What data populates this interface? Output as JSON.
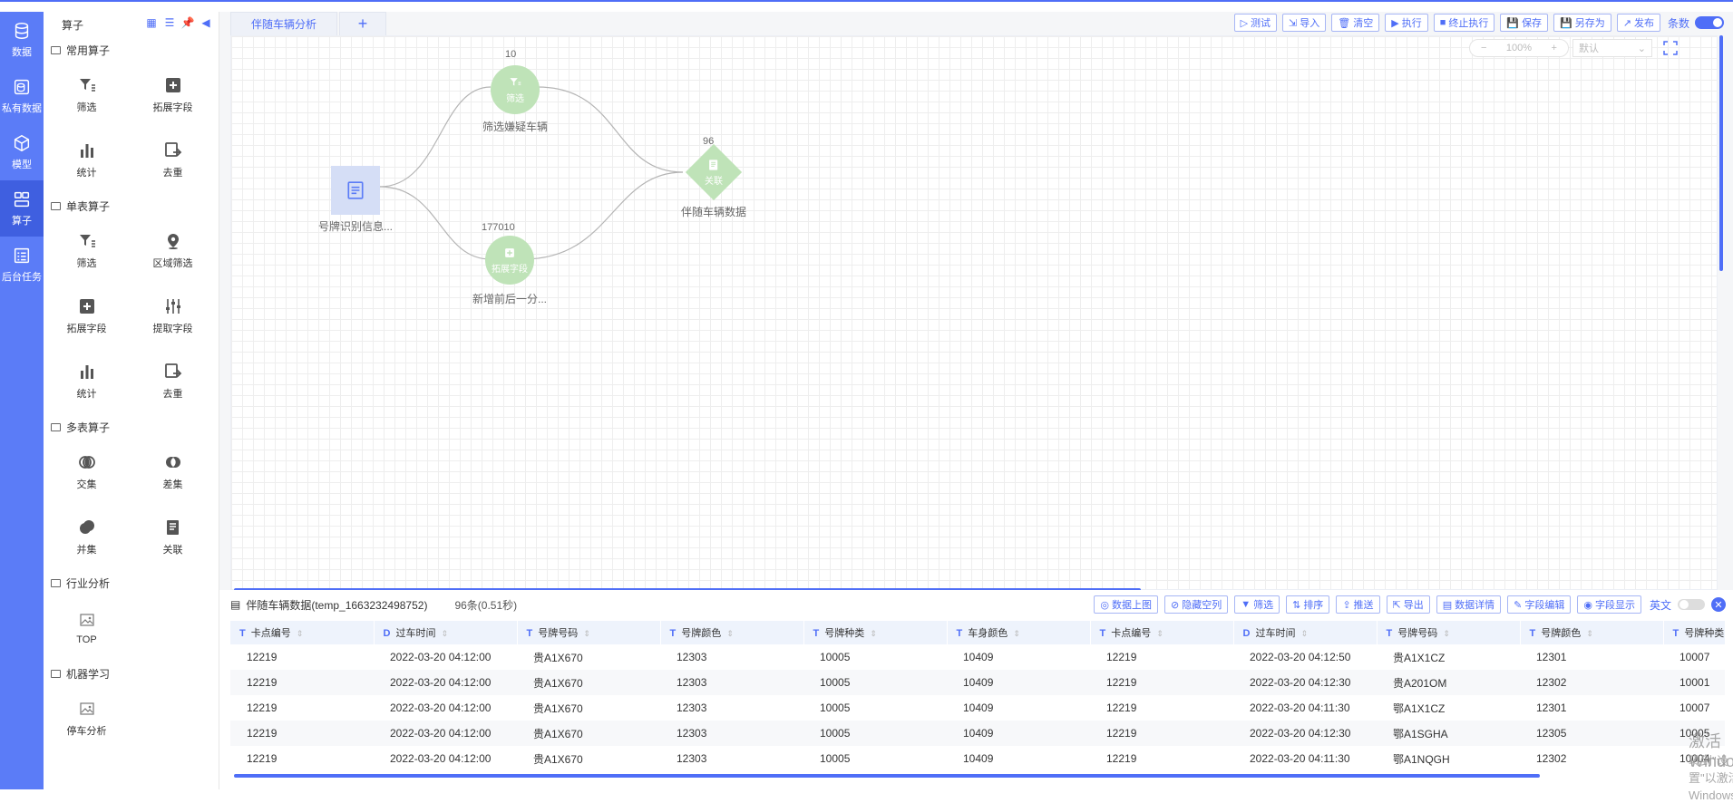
{
  "nav": [
    {
      "label": "数据",
      "icon": "database-icon",
      "active": false
    },
    {
      "label": "私有数据",
      "icon": "private-data-icon",
      "active": false
    },
    {
      "label": "模型",
      "icon": "cube-icon",
      "active": false
    },
    {
      "label": "算子",
      "icon": "operator-icon",
      "active": true
    },
    {
      "label": "后台任务",
      "icon": "task-list-icon",
      "active": false
    }
  ],
  "panel": {
    "title": "算子",
    "groups": {
      "common": {
        "title": "常用算子",
        "items": [
          "筛选",
          "拓展字段",
          "统计",
          "去重"
        ]
      },
      "single": {
        "title": "单表算子",
        "items": [
          "筛选",
          "区域筛选",
          "拓展字段",
          "提取字段",
          "统计",
          "去重"
        ]
      },
      "multi": {
        "title": "多表算子",
        "items": [
          "交集",
          "差集",
          "并集",
          "关联"
        ]
      },
      "industry": {
        "title": "行业分析",
        "items": [
          "TOP"
        ]
      },
      "ml": {
        "title": "机器学习",
        "items": [
          "停车分析"
        ]
      }
    }
  },
  "tabs": {
    "active": "伴随车辆分析",
    "add": "+"
  },
  "toolbar": {
    "test": "测试",
    "import": "导入",
    "clear": "清空",
    "run": "执行",
    "stop": "终止执行",
    "save": "保存",
    "save_as": "另存为",
    "publish": "发布",
    "count_label": "条数"
  },
  "zoom": {
    "minus": "−",
    "level": "100%",
    "plus": "+"
  },
  "theme": {
    "value": "默认"
  },
  "nodes": {
    "source": {
      "label": "号牌识别信息..."
    },
    "filter": {
      "label": "筛选嫌疑车辆",
      "count": "10",
      "inner": "筛选"
    },
    "extend": {
      "label": "新增前后一分...",
      "count": "177010",
      "inner": "拓展字段"
    },
    "join": {
      "label": "伴随车辆数据",
      "count": "96",
      "inner": "关联"
    }
  },
  "data_panel": {
    "title": "伴随车辆数据(temp_1663232498752)",
    "count": "96条(0.51秒)",
    "tools": {
      "upload": "数据上图",
      "hide_empty": "隐藏空列",
      "filter": "筛选",
      "sort": "排序",
      "push": "推送",
      "export": "导出",
      "detail": "数据详情",
      "field_edit": "字段编辑",
      "field_show": "字段显示",
      "english": "英文"
    },
    "columns": [
      {
        "type": "T",
        "name": "卡点编号"
      },
      {
        "type": "D",
        "name": "过车时间"
      },
      {
        "type": "T",
        "name": "号牌号码"
      },
      {
        "type": "T",
        "name": "号牌颜色"
      },
      {
        "type": "T",
        "name": "号牌种类"
      },
      {
        "type": "T",
        "name": "车身颜色"
      },
      {
        "type": "T",
        "name": "卡点编号"
      },
      {
        "type": "D",
        "name": "过车时间"
      },
      {
        "type": "T",
        "name": "号牌号码"
      },
      {
        "type": "T",
        "name": "号牌颜色"
      },
      {
        "type": "T",
        "name": "号牌种类"
      }
    ],
    "rows": [
      [
        "12219",
        "2022-03-20 04:12:00",
        "贵A1X670",
        "12303",
        "10005",
        "10409",
        "12219",
        "2022-03-20 04:12:50",
        "贵A1X1CZ",
        "12301",
        "10007"
      ],
      [
        "12219",
        "2022-03-20 04:12:00",
        "贵A1X670",
        "12303",
        "10005",
        "10409",
        "12219",
        "2022-03-20 04:12:30",
        "贵A201OM",
        "12302",
        "10001"
      ],
      [
        "12219",
        "2022-03-20 04:12:00",
        "贵A1X670",
        "12303",
        "10005",
        "10409",
        "12219",
        "2022-03-20 04:11:30",
        "鄂A1X1CZ",
        "12301",
        "10007"
      ],
      [
        "12219",
        "2022-03-20 04:12:00",
        "贵A1X670",
        "12303",
        "10005",
        "10409",
        "12219",
        "2022-03-20 04:12:30",
        "鄂A1SGHA",
        "12305",
        "10005"
      ],
      [
        "12219",
        "2022-03-20 04:12:00",
        "贵A1X670",
        "12303",
        "10005",
        "10409",
        "12219",
        "2022-03-20 04:11:30",
        "鄂A1NQGH",
        "12302",
        "10004"
      ]
    ]
  },
  "watermark": {
    "title": "激活 Windows",
    "sub": "转到\"设置\"以激活 Windows。"
  }
}
